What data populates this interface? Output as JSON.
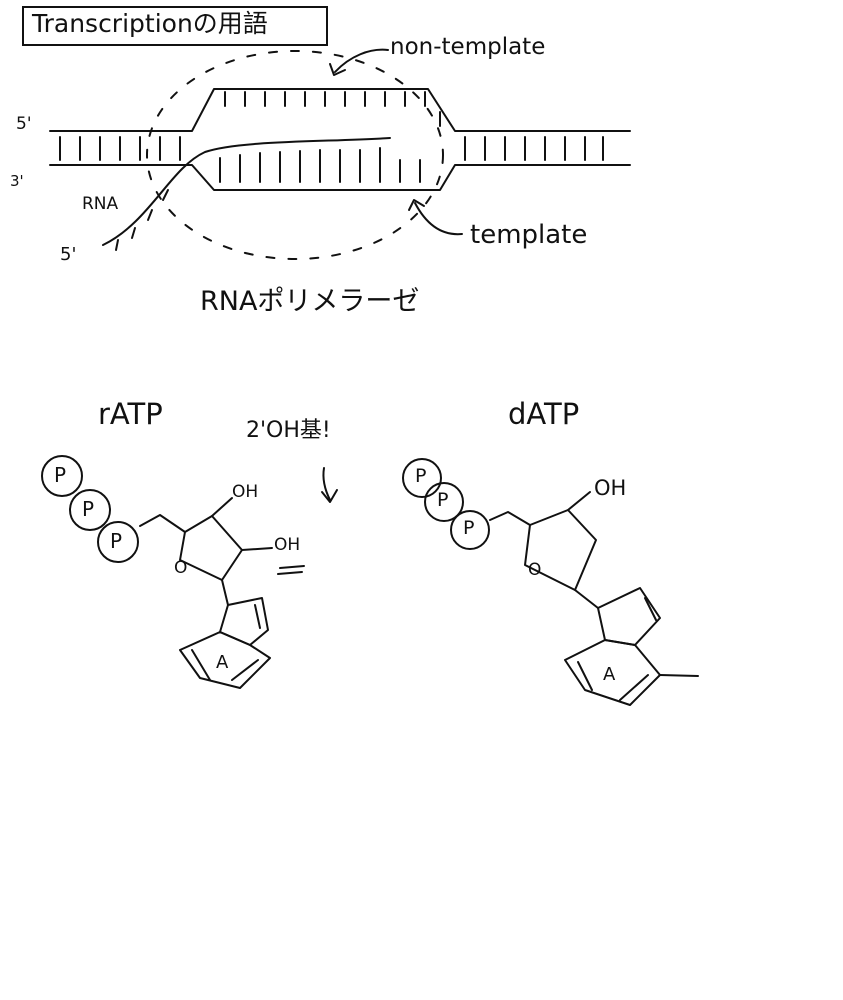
{
  "title": "Transcriptionの用語",
  "labels": {
    "non_template": "non-template",
    "template": "template",
    "rna": "RNA",
    "five_prime_top": "5'",
    "three_prime": "3'",
    "five_prime_bottom": "5'",
    "polymerase": "RNAポリメラーゼ"
  },
  "ratp": {
    "title": "rATP",
    "phosphate": "P",
    "oh_3": "OH",
    "oh_2": "OH",
    "ring_oxygen": "O",
    "base": "A",
    "note": "2'OH基!"
  },
  "datp": {
    "title": "dATP",
    "phosphate": "P",
    "oh_3": "OH",
    "ring_oxygen": "O",
    "base": "A"
  }
}
